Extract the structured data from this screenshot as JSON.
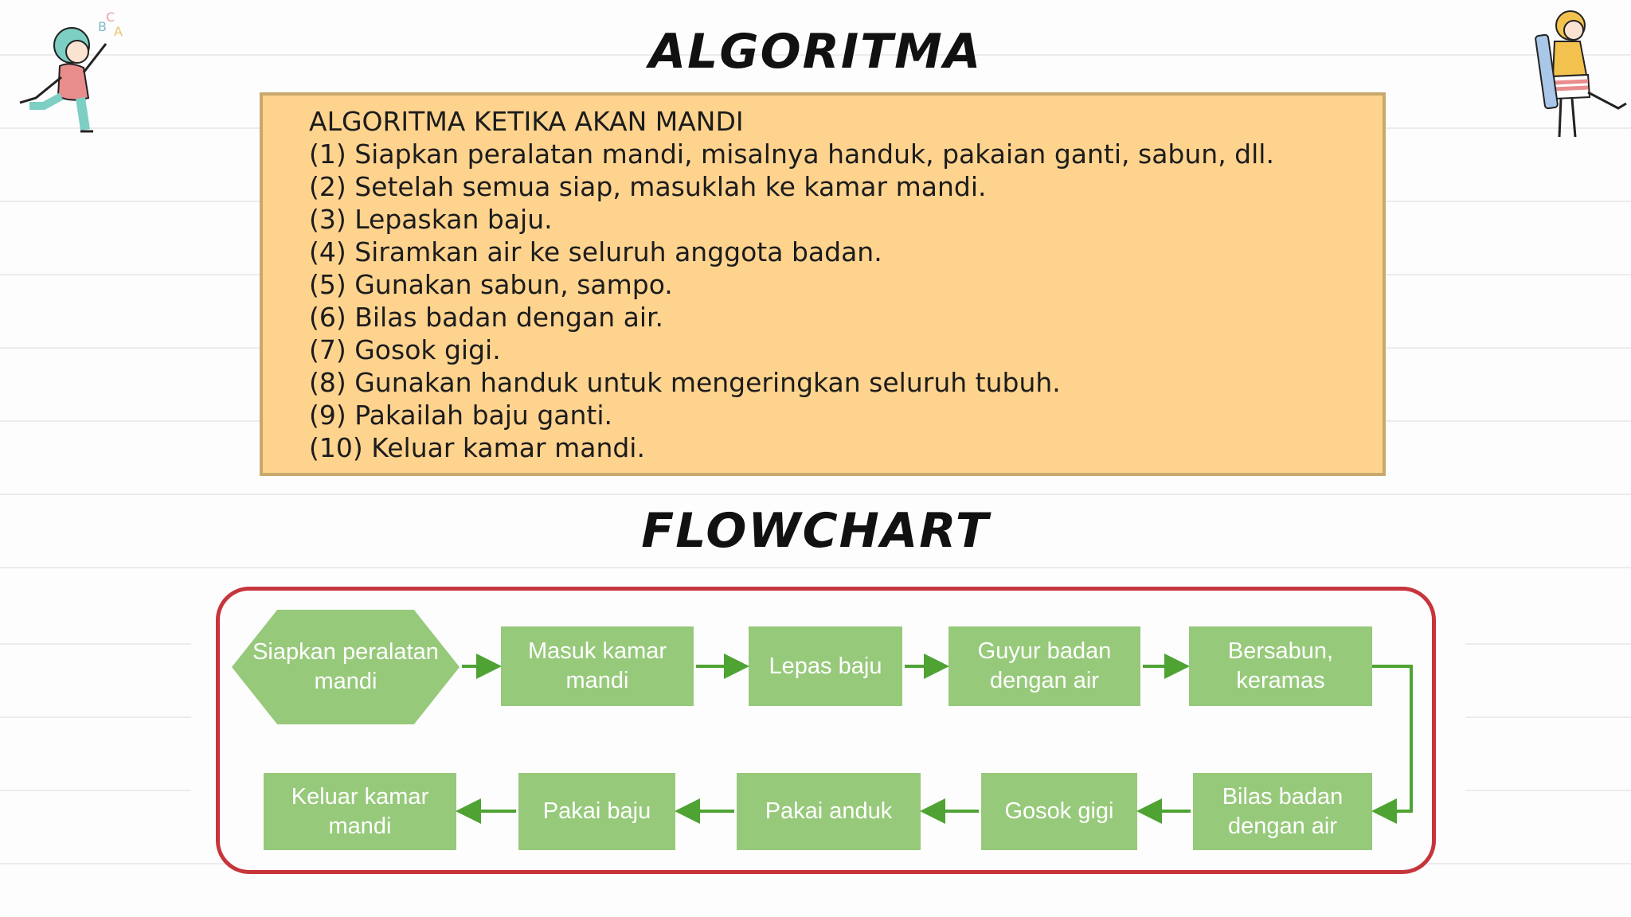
{
  "algorithm": {
    "title": "ALGORITMA",
    "lines": [
      "ALGORITMA KETIKA AKAN MANDI",
      "(1) Siapkan peralatan mandi, misalnya handuk, pakaian ganti, sabun, dll.",
      "(2) Setelah semua siap, masuklah ke kamar mandi.",
      "(3) Lepaskan baju.",
      "(4) Siramkan air ke seluruh anggota badan.",
      "(5) Gunakan sabun, sampo.",
      "(6) Bilas badan dengan air.",
      "(7) Gosok gigi.",
      "(8) Gunakan handuk untuk mengeringkan seluruh tubuh.",
      "(9) Pakailah baju ganti.",
      "(10) Keluar kamar mandi."
    ]
  },
  "flowchart": {
    "title": "FLOWCHART",
    "steps": [
      "Siapkan peralatan mandi",
      "Masuk kamar mandi",
      "Lepas baju",
      "Guyur badan dengan air",
      "Bersabun, keramas",
      "Bilas badan dengan air",
      "Gosok gigi",
      "Pakai anduk",
      "Pakai baju",
      "Keluar kamar mandi"
    ]
  },
  "colors": {
    "box_fill": "#fed38e",
    "step_fill": "#97c97b",
    "arrow": "#4ea333",
    "frame": "#c7353c"
  }
}
